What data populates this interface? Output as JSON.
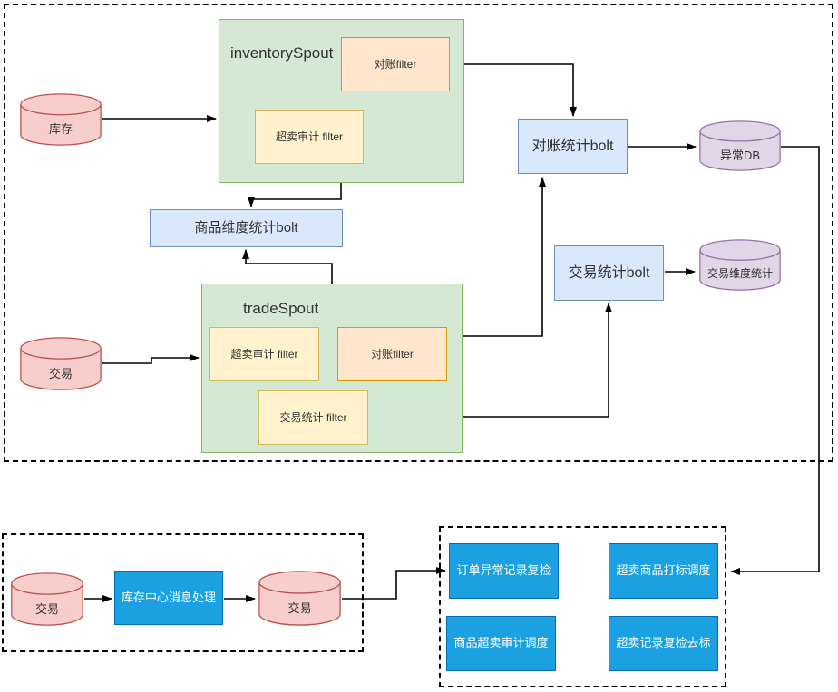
{
  "colors": {
    "green-fill": "#d5e8d4",
    "green-stroke": "#82b366",
    "yellow-fill": "#fff2cc",
    "yellow-stroke": "#d6b656",
    "orange-fill": "#ffe6cc",
    "orange-stroke": "#d79b00",
    "blue-fill": "#dae8fc",
    "blue-stroke": "#6c8ebf",
    "red-fill": "#f8cecc",
    "red-stroke": "#b85450",
    "purple-fill": "#e1d5e7",
    "purple-stroke": "#9673a6",
    "azure-fill": "#1ba1e2",
    "azure-stroke": "#006eaf",
    "wire": "#000000",
    "text": "#333333",
    "text-inverse": "#ffffff"
  },
  "topology": {
    "inventory_db": "库存",
    "trade_db": "交易",
    "inventory_spout": {
      "title": "inventorySpout",
      "reconcile_filter": "对账filter",
      "oversold_audit_filter": "超卖审计 filter"
    },
    "trade_spout": {
      "title": "tradeSpout",
      "oversold_audit_filter": "超卖审计 filter",
      "reconcile_filter": "对账filter",
      "trade_stats_filter": "交易统计 filter"
    },
    "product_dim_stats_bolt": "商品维度统计bolt",
    "reconcile_stats_bolt": "对账统计bolt",
    "trade_stats_bolt": "交易统计bolt",
    "exception_db": "异常DB",
    "trade_dim_stats_db": "交易维度统计"
  },
  "message_flow": {
    "trade_db_source": "交易",
    "inventory_center_processor": "库存中心消息处理",
    "trade_db_sink": "交易"
  },
  "schedulers": {
    "order_exception_recheck": "订单异常记录复检",
    "oversold_item_mark": "超卖商品打标调度",
    "item_oversold_audit": "商品超卖审计调度",
    "oversold_record_unmark": "超卖记录复检去标"
  }
}
